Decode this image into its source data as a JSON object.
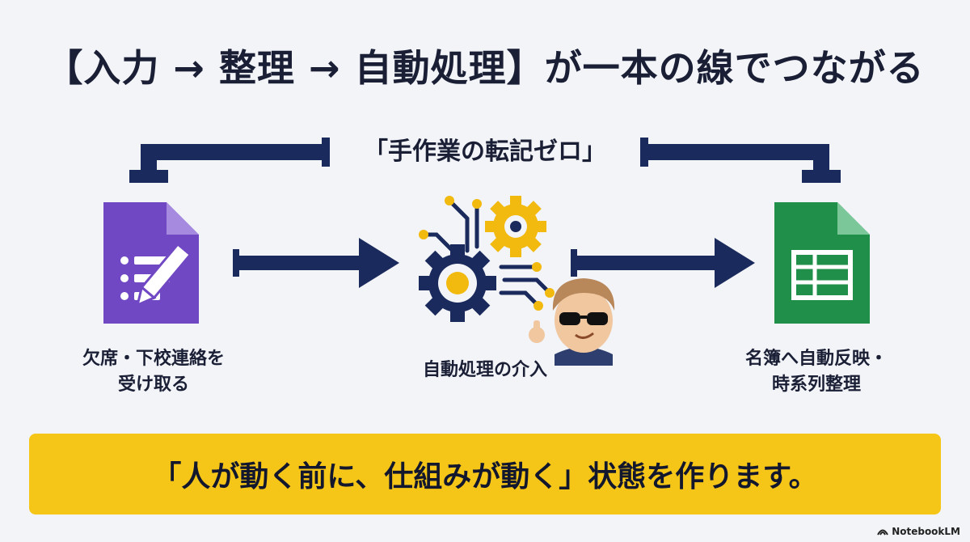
{
  "title": "【入力 → 整理 → 自動処理】が一本の線でつながる",
  "banner": "「手作業の転記ゼロ」",
  "nodes": [
    {
      "id": "input",
      "lines": [
        "欠席・下校連絡を",
        "受け取る"
      ],
      "color": "#7148c4",
      "icon": "form-edit-icon"
    },
    {
      "id": "process",
      "lines": [
        "自動処理の介入"
      ],
      "color": "#f2b90f",
      "icon": "gears-circuit-icon"
    },
    {
      "id": "output",
      "lines": [
        "名簿へ自動反映・",
        "時系列整理"
      ],
      "color": "#1f8f4a",
      "icon": "spreadsheet-icon"
    }
  ],
  "callout": "「人が動く前に、仕組みが動く」状態を作ります。",
  "brand": "NotebookLM",
  "colors": {
    "arrow": "#1b2a5c",
    "navy": "#24335c",
    "accent": "#f5c518"
  }
}
